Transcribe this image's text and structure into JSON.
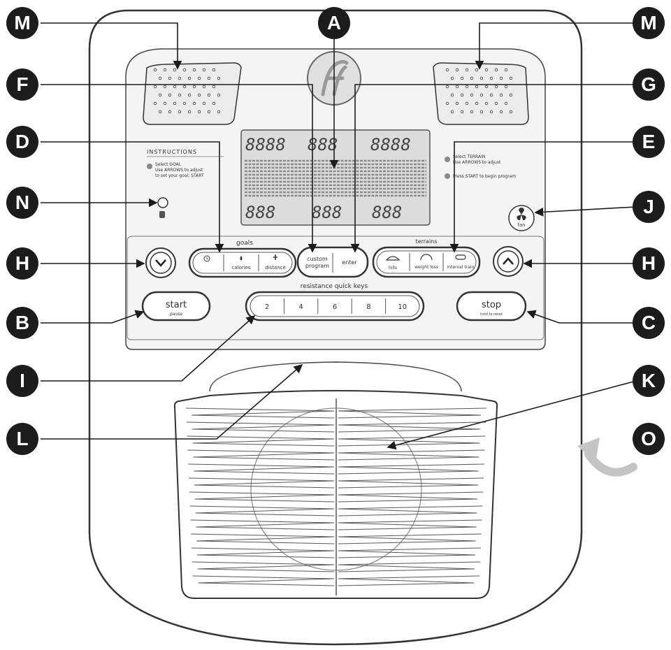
{
  "callouts": {
    "a": "A",
    "b": "B",
    "c": "C",
    "d": "D",
    "e": "E",
    "f": "F",
    "g": "G",
    "h_left": "H",
    "h_right": "H",
    "i": "I",
    "j": "J",
    "k": "K",
    "l": "L",
    "m_left": "M",
    "m_right": "M",
    "n": "N",
    "o": "O"
  },
  "console": {
    "instructions_title": "INSTRUCTIONS",
    "instructions_left_1": "Select GOAL",
    "instructions_left_2": "Use ARROWS to adjust",
    "instructions_left_3": "to set your goal; START",
    "instructions_right_1": "Select TERRAIN",
    "instructions_right_2": "Use ARROWS to adjust",
    "instructions_right_3": "Press START to begin program",
    "lcd_top": [
      "8888",
      "888",
      "8888"
    ],
    "lcd_bottom": [
      "888",
      "888",
      "888"
    ],
    "fan_label": "fan",
    "goals_label": "goals",
    "goal_buttons": [
      "calories",
      "distance"
    ],
    "custom_program_1": "custom",
    "custom_program_2": "program",
    "enter_label": "enter",
    "terrains_label": "terrains",
    "terrain_buttons": [
      "hills",
      "weight loss",
      "interval train"
    ],
    "resistance_label": "resistance quick keys",
    "resistance_keys": [
      "2",
      "4",
      "6",
      "8",
      "10"
    ],
    "start_label": "start",
    "start_sub": "pause",
    "stop_label": "stop",
    "stop_sub": "hold to reset"
  },
  "colors": {
    "callout": "#1c1c1c",
    "outline": "#333333",
    "panel_fill": "#e8e8e8",
    "lcd_fill": "#dcdcdc",
    "arrow_o": "#c4c4c4"
  }
}
